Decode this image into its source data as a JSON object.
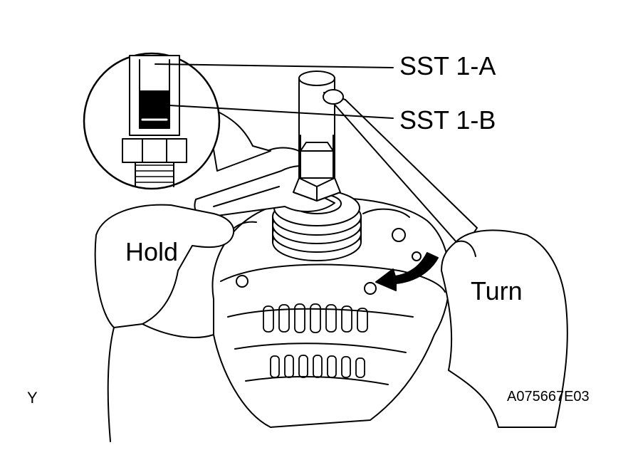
{
  "labels": {
    "sst_1a": "SST 1-A",
    "sst_1b": "SST 1-B",
    "hold": "Hold",
    "turn": "Turn",
    "corner_mark": "Y",
    "figure_code": "A075667E03"
  },
  "colors": {
    "ink": "#000000",
    "paper": "#ffffff"
  }
}
